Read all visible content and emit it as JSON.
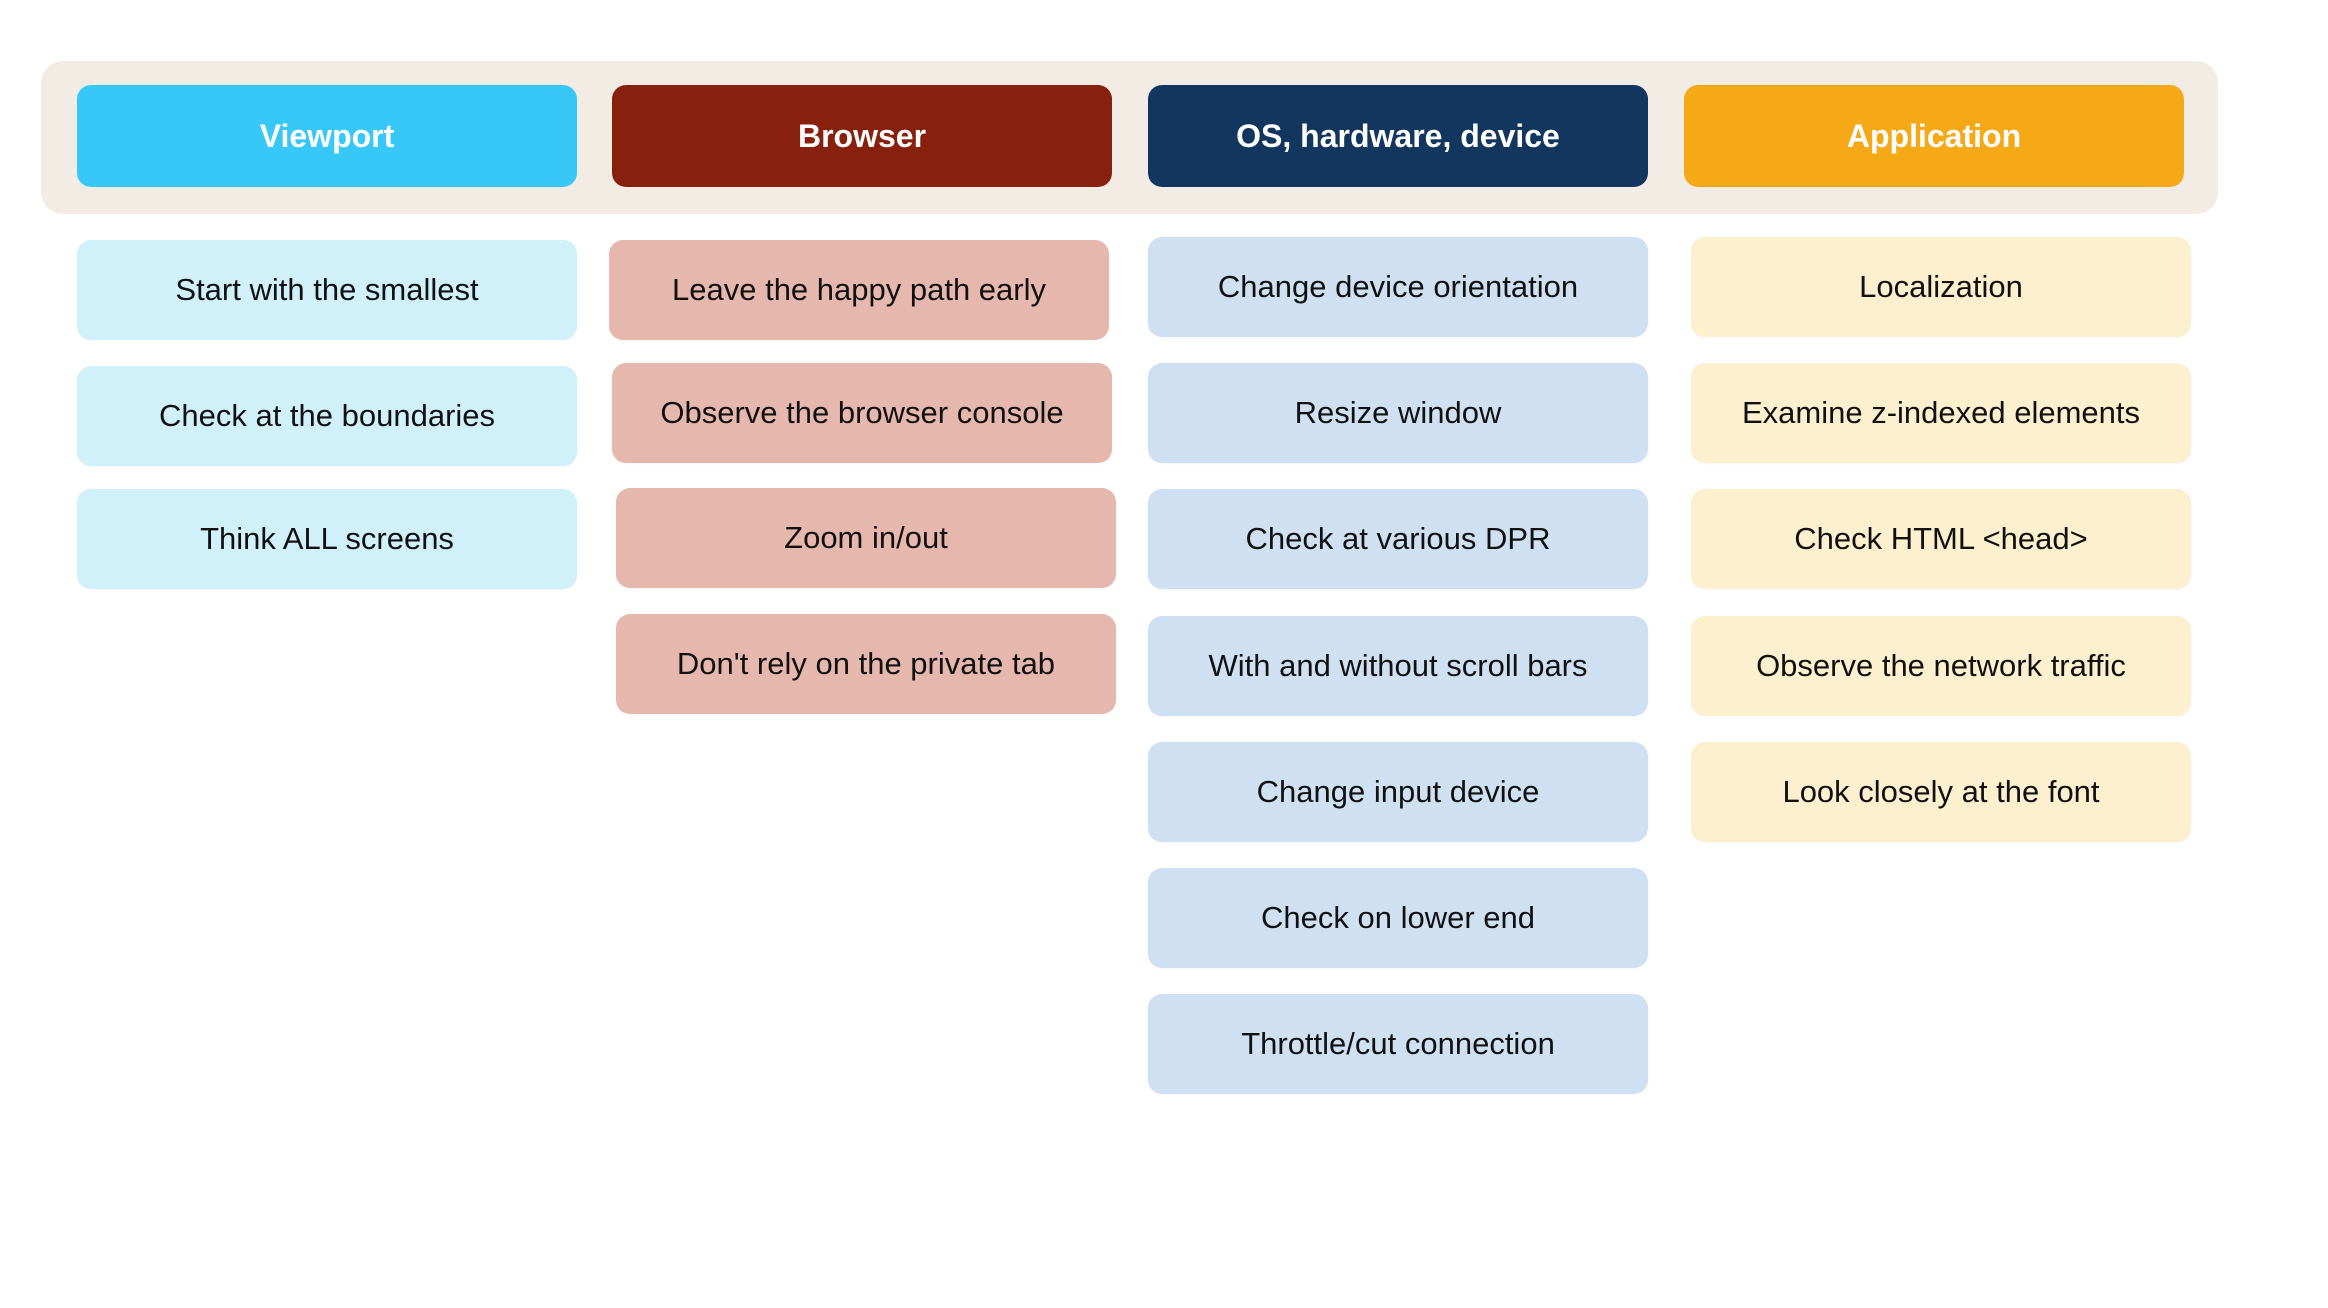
{
  "columns": [
    {
      "title": "Viewport",
      "header_color": "#38c8f8",
      "card_color": "#d0f0fa",
      "items": [
        "Start with the smallest",
        "Check at the boundaries",
        "Think ALL screens"
      ]
    },
    {
      "title": "Browser",
      "header_color": "#87200c",
      "card_color": "#e6b7ad",
      "items": [
        "Leave the happy path early",
        "Observe the browser console",
        "Zoom in/out",
        "Don't rely on the private tab"
      ]
    },
    {
      "title": "OS, hardware, device",
      "header_color": "#12365e",
      "card_color": "#cfe0f2",
      "items": [
        "Change device orientation",
        "Resize window",
        "Check at various DPR",
        "With and without scroll bars",
        "Change input device",
        "Check on lower end",
        "Throttle/cut connection"
      ]
    },
    {
      "title": "Application",
      "header_color": "#f5a917",
      "card_color": "#fdf0cf",
      "items": [
        "Localization",
        "Examine z-indexed elements",
        "Check HTML <head>",
        "Observe the network traffic",
        "Look closely at the font"
      ]
    }
  ]
}
